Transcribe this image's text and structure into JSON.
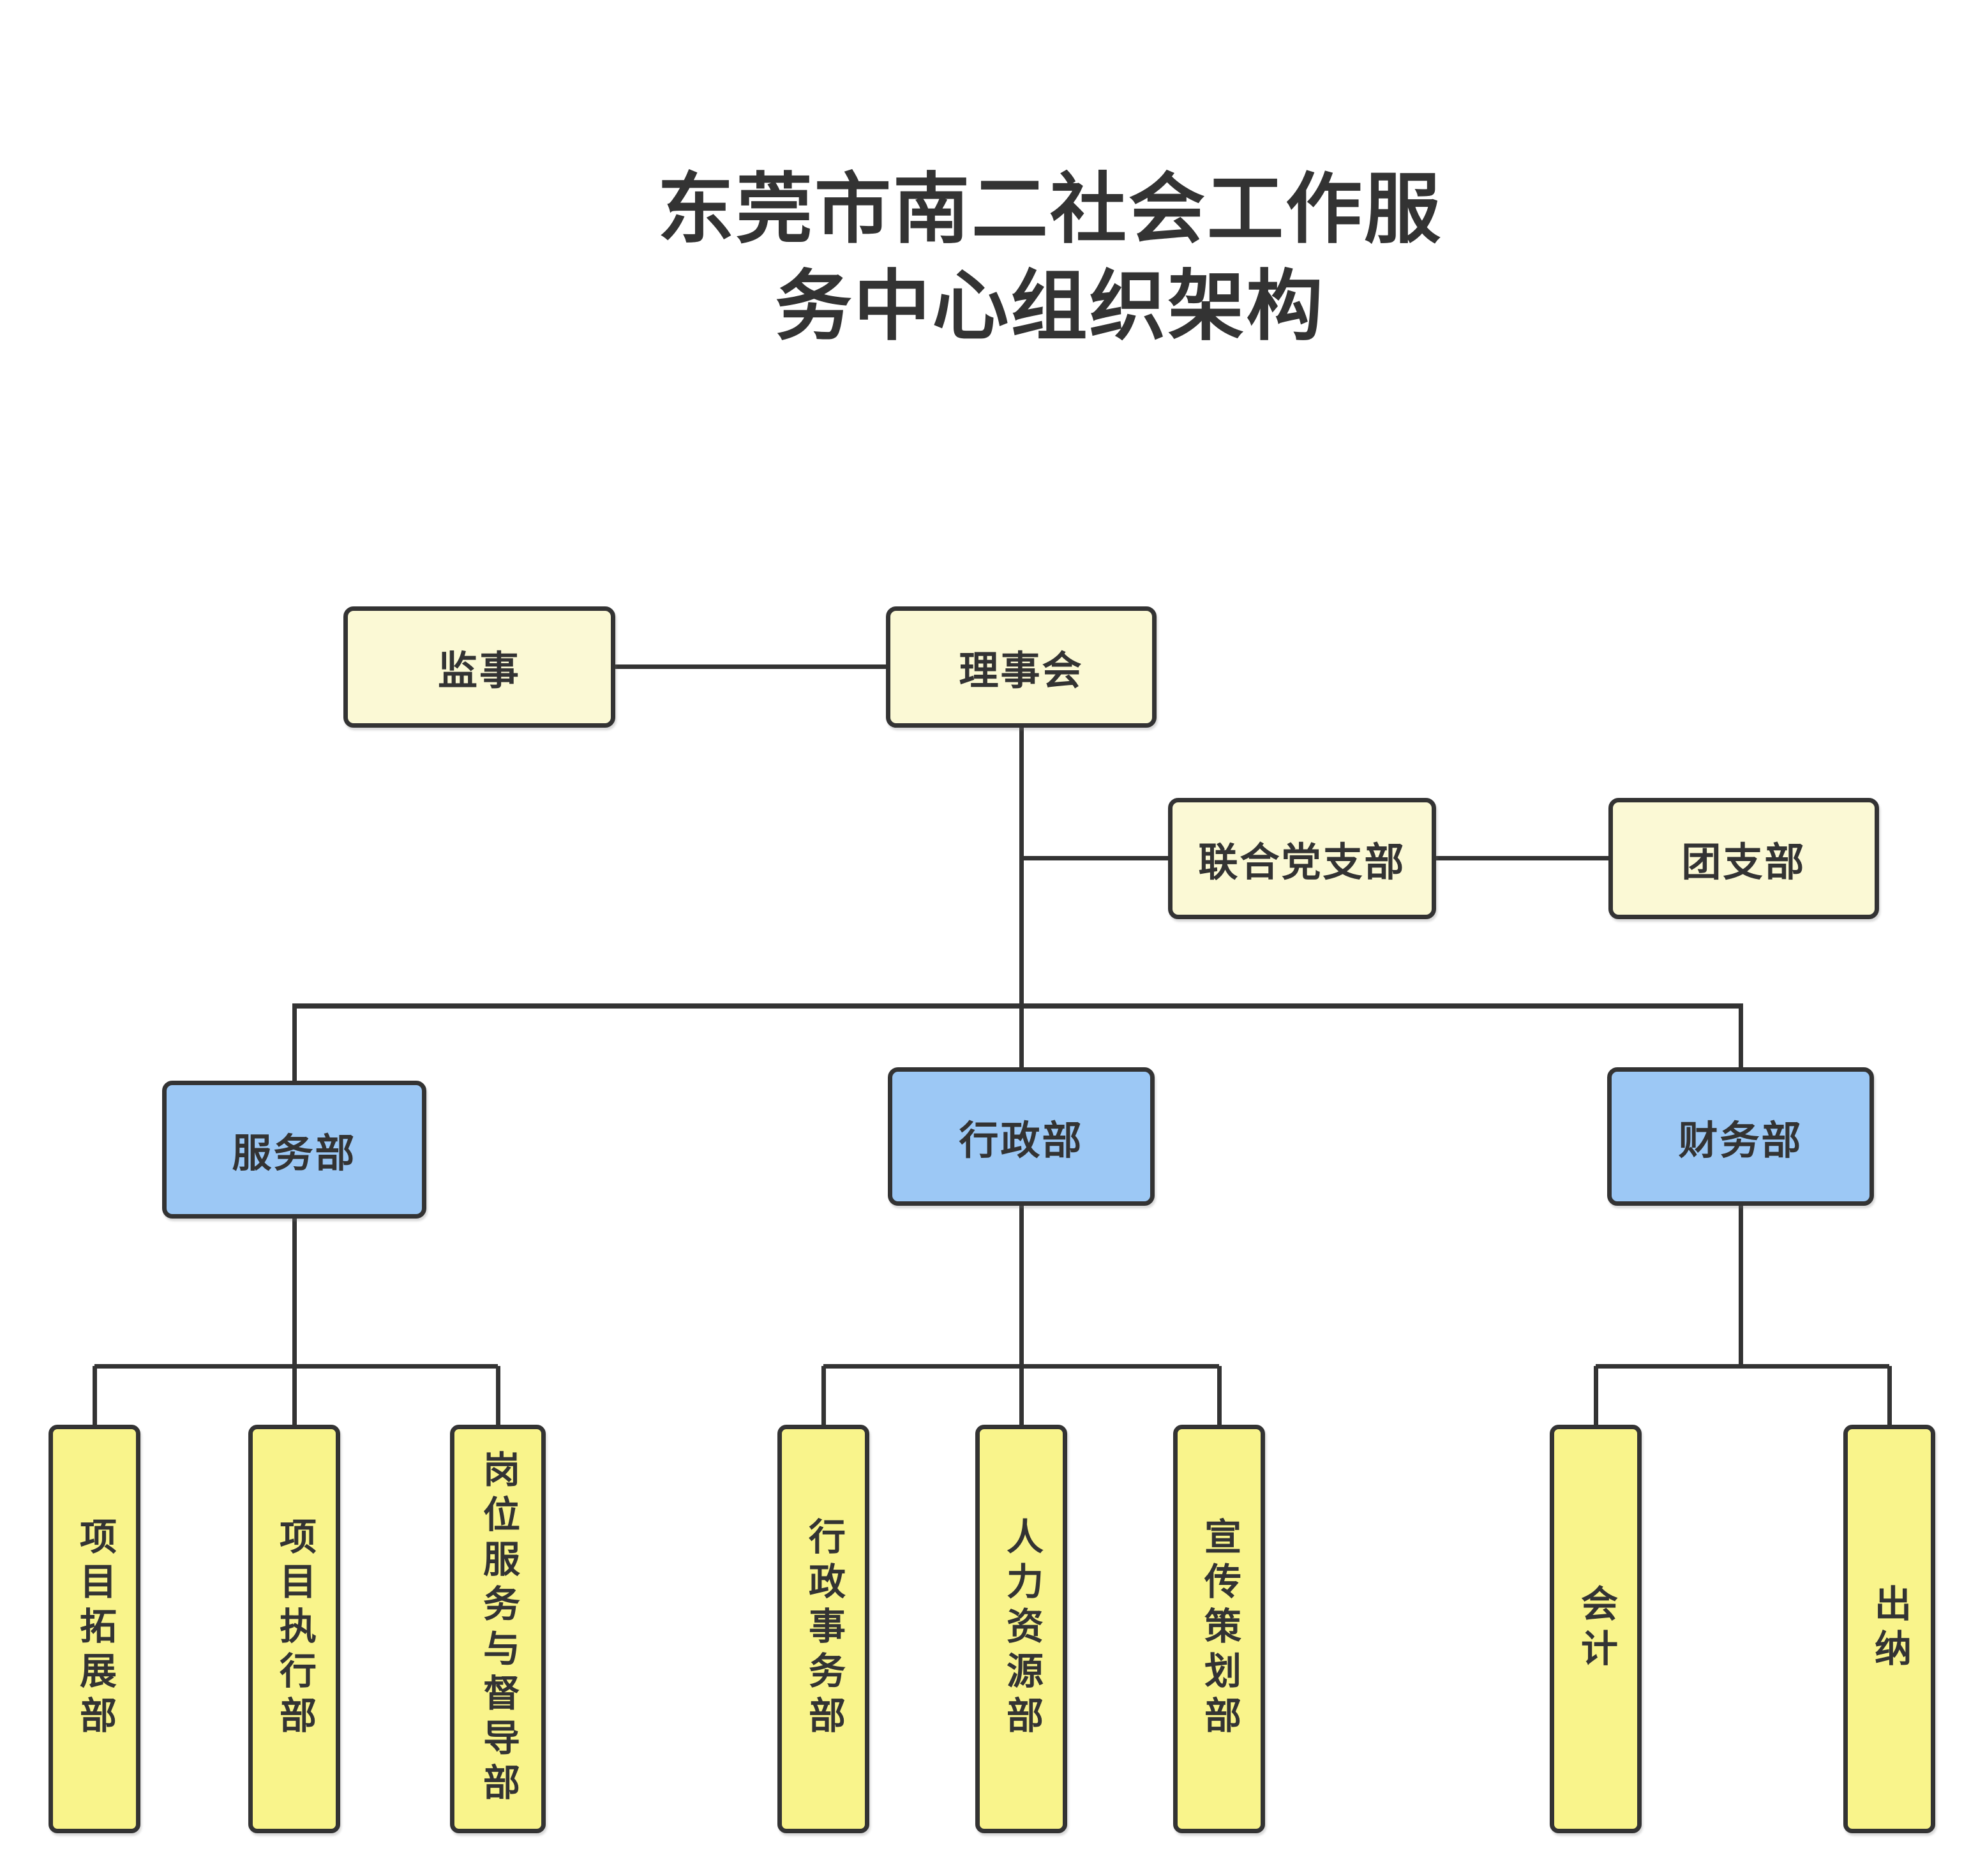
{
  "title": {
    "line1": "东莞市南二社会工作服",
    "line2": "务中心组织架构"
  },
  "org": {
    "supervisor": {
      "label": "监事"
    },
    "board": {
      "label": "理事会"
    },
    "party_branch": {
      "label": "联合党支部"
    },
    "youth_league": {
      "label": "团支部"
    },
    "departments": [
      {
        "label": "服务部",
        "children": [
          {
            "label": "项目拓展部"
          },
          {
            "label": "项目执行部"
          },
          {
            "label": "岗位服务与督导部"
          }
        ]
      },
      {
        "label": "行政部",
        "children": [
          {
            "label": "行政事务部"
          },
          {
            "label": "人力资源部"
          },
          {
            "label": "宣传策划部"
          }
        ]
      },
      {
        "label": "财务部",
        "children": [
          {
            "label": "会计"
          },
          {
            "label": "出纳"
          }
        ]
      }
    ]
  },
  "colors": {
    "background": "#FFFFFF",
    "node_cream": "#FBF9D5",
    "node_yellow": "#F9F48B",
    "node_blue": "#9CC8F5",
    "border_line": "#333333",
    "text": "#333333"
  }
}
